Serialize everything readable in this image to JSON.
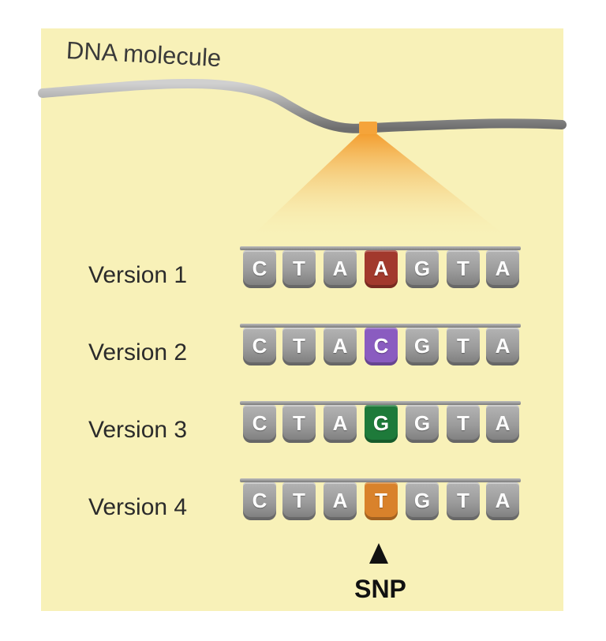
{
  "molecule_label": "DNA molecule",
  "rows": [
    {
      "label": "Version 1",
      "bases": [
        "C",
        "T",
        "A",
        "A",
        "G",
        "T",
        "A"
      ]
    },
    {
      "label": "Version 2",
      "bases": [
        "C",
        "T",
        "A",
        "C",
        "G",
        "T",
        "A"
      ]
    },
    {
      "label": "Version 3",
      "bases": [
        "C",
        "T",
        "A",
        "G",
        "G",
        "T",
        "A"
      ]
    },
    {
      "label": "Version 4",
      "bases": [
        "C",
        "T",
        "A",
        "T",
        "G",
        "T",
        "A"
      ]
    }
  ],
  "snp_label": "SNP",
  "colors": {
    "background": "#f8f1b8",
    "strand": "#9a9a9a",
    "highlight": "#f5a43a",
    "base_gray": "#9a9a9a",
    "snp_variants": [
      "#a2392d",
      "#8a5cc0",
      "#1e7a3a",
      "#d9822b"
    ]
  }
}
